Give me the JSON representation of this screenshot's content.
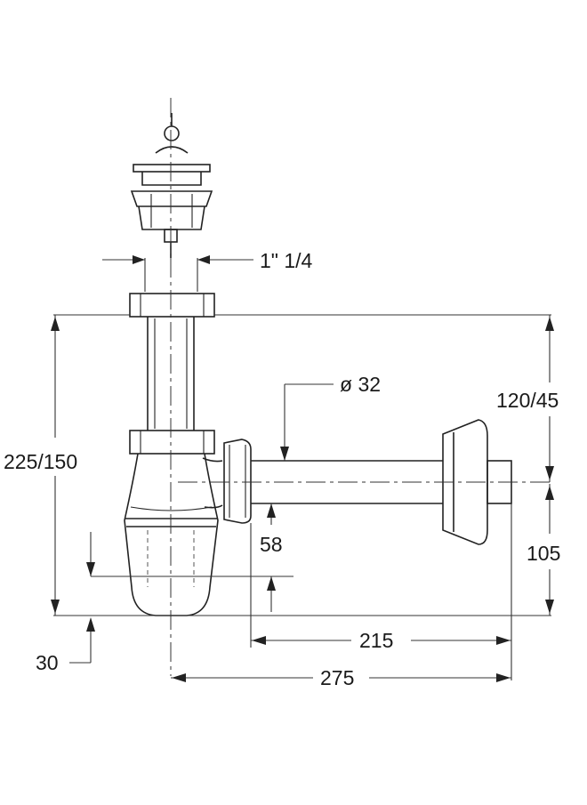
{
  "dimensions": {
    "thread": "1\" 1/4",
    "pipe_diameter": "ø 32",
    "total_height": "225/150",
    "outlet_height": "120/45",
    "wall_to_axis": "105",
    "depth_58": "58",
    "bottom_30": "30",
    "length_215": "215",
    "length_275": "275"
  },
  "colors": {
    "line": "#222222",
    "background": "#ffffff"
  }
}
